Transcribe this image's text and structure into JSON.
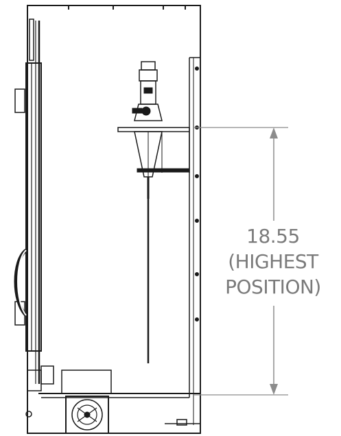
{
  "dimension": {
    "value": "18.55",
    "note_line1": "(HIGHEST",
    "note_line2": "POSITION)"
  },
  "colors": {
    "line": "#1a1a1a",
    "dimension_line": "#8c8c8c",
    "dimension_text": "#7a7a7a"
  }
}
